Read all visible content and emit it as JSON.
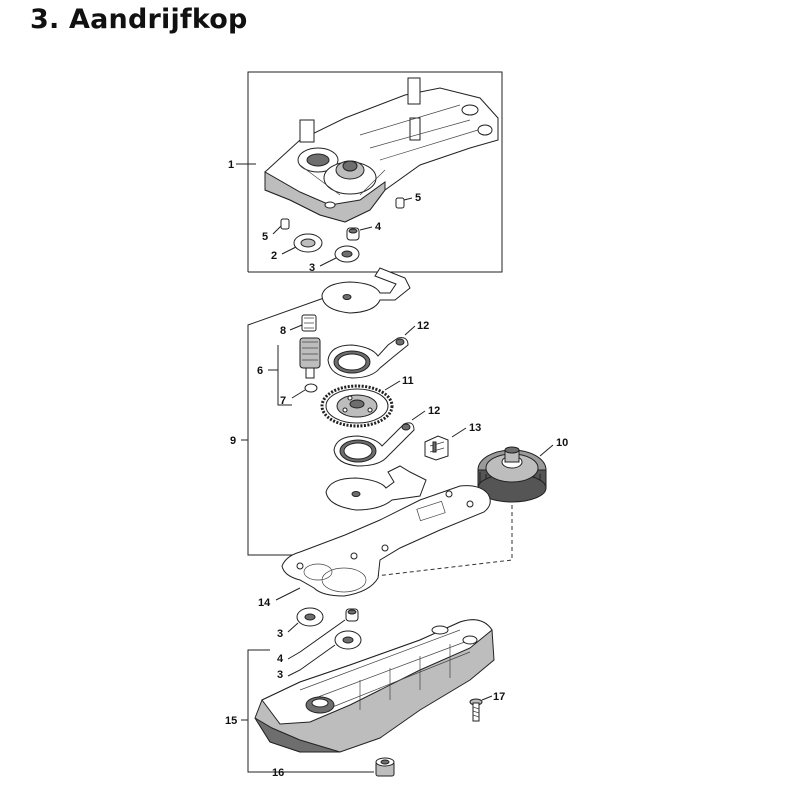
{
  "title": "3. Aandrijfkop",
  "callouts": {
    "c1": "1",
    "c2": "2",
    "c3a": "3",
    "c4a": "4",
    "c5a": "5",
    "c5b": "5",
    "c6": "6",
    "c7": "7",
    "c8": "8",
    "c9": "9",
    "c10": "10",
    "c11": "11",
    "c12a": "12",
    "c12b": "12",
    "c13": "13",
    "c14": "14",
    "c3b": "3",
    "c4b": "4",
    "c3c": "3",
    "c15": "15",
    "c16": "16",
    "c17": "17"
  },
  "icons": {
    "housing_top": "gear-housing-icon",
    "bearing": "ball-bearing-icon",
    "gear": "spur-gear-icon",
    "cover": "gear-cover-icon"
  }
}
